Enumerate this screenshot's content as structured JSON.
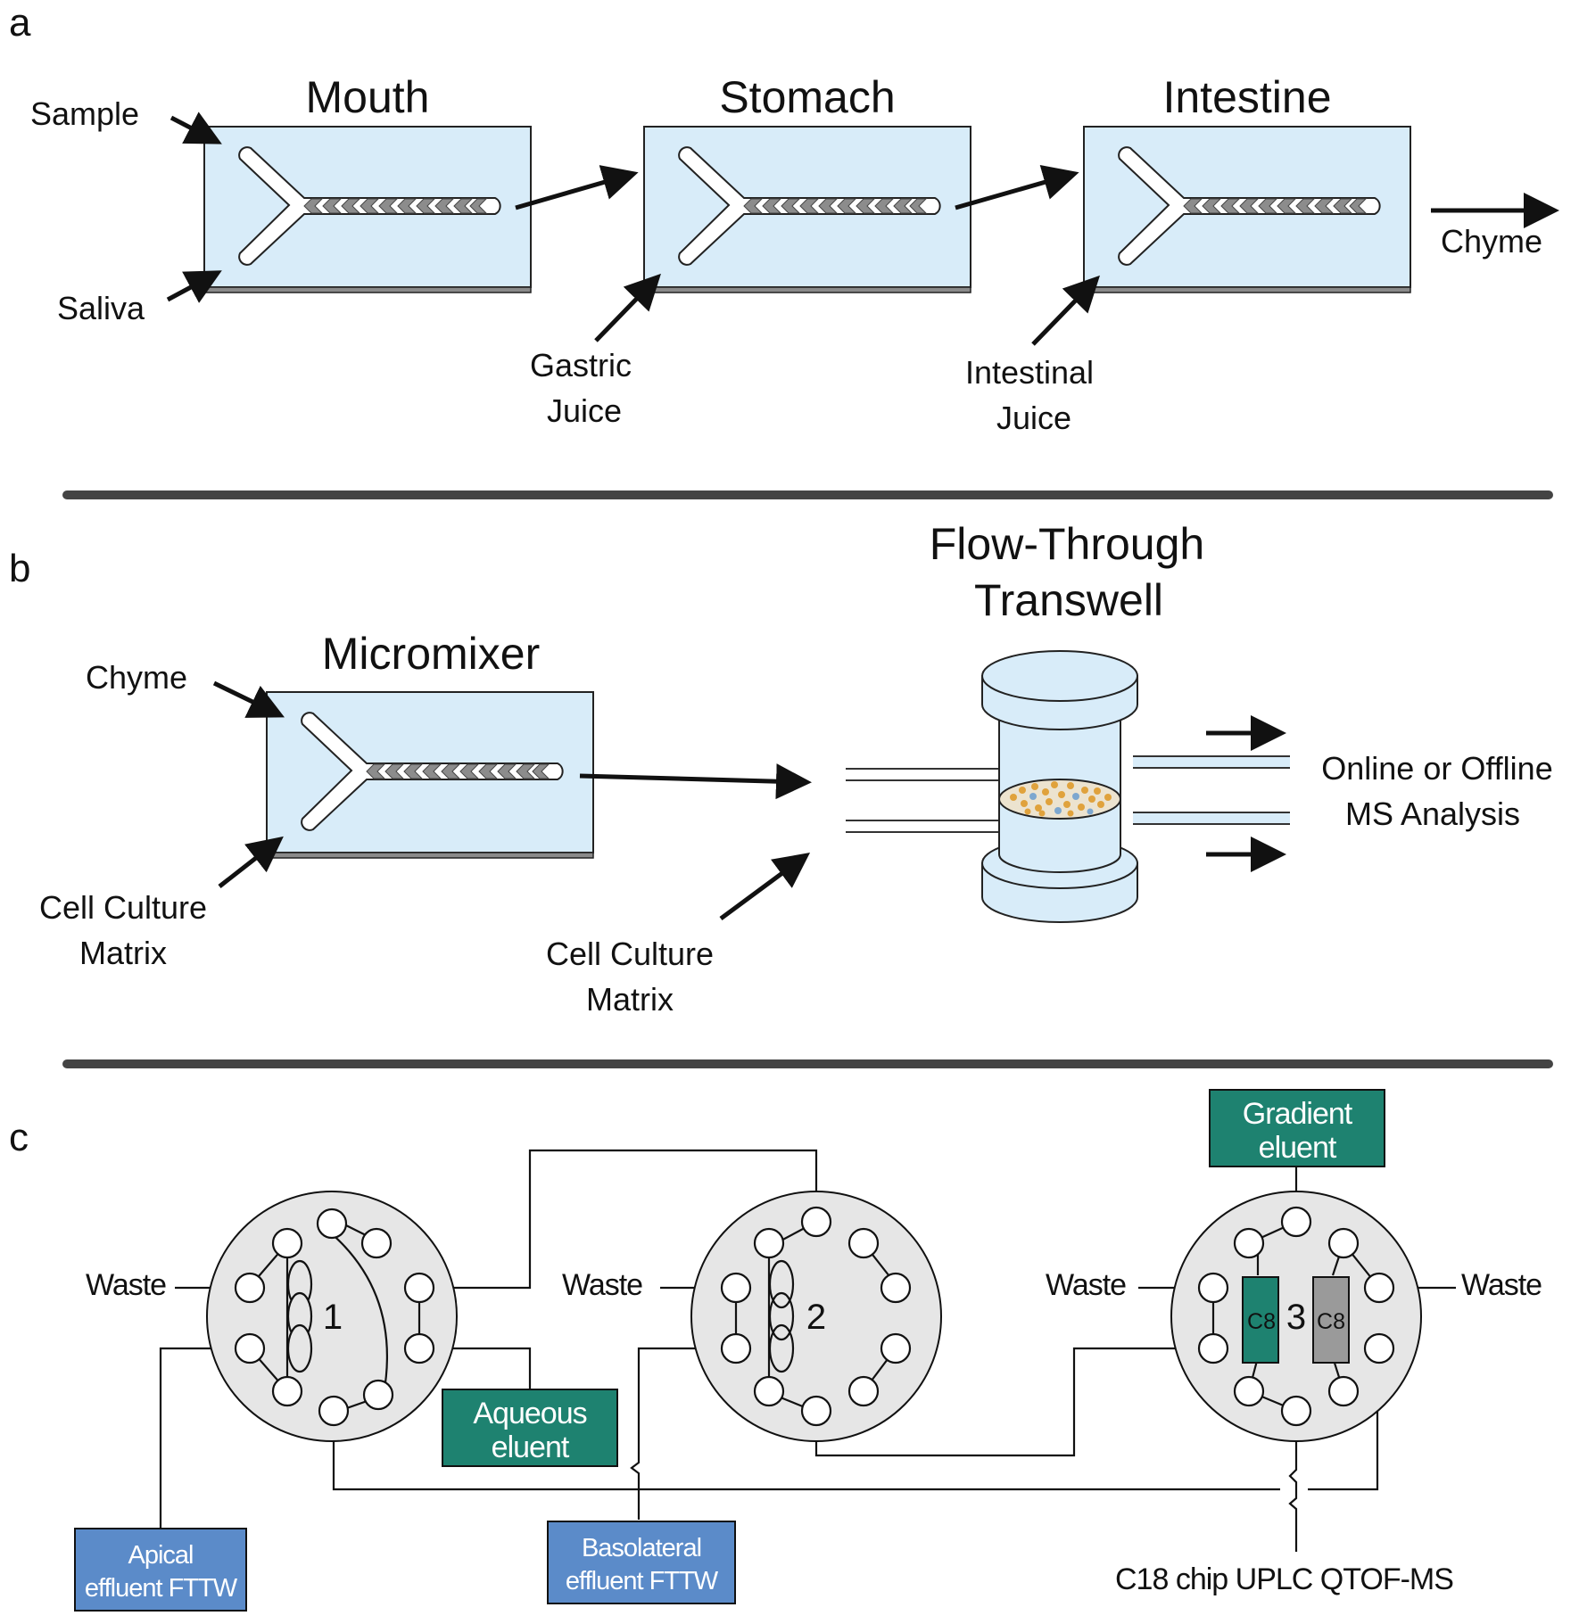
{
  "panel_a": {
    "letter": "a",
    "chips": [
      "Mouth",
      "Stomach",
      "Intestine"
    ],
    "inputs": {
      "sample": "Sample",
      "saliva": "Saliva",
      "gastric_1": "Gastric",
      "gastric_2": "Juice",
      "intestinal_1": "Intestinal",
      "intestinal_2": "Juice"
    },
    "output": "Chyme"
  },
  "panel_b": {
    "letter": "b",
    "micromixer_title": "Micromixer",
    "transwell_title_1": "Flow-Through",
    "transwell_title_2": "Transwell",
    "chyme": "Chyme",
    "matrix_left_1": "Cell Culture",
    "matrix_left_2": "Matrix",
    "matrix_right_1": "Cell Culture",
    "matrix_right_2": "Matrix",
    "ms_1": "Online or Offline",
    "ms_2": "MS Analysis"
  },
  "panel_c": {
    "letter": "c",
    "valves": [
      "1",
      "2",
      "3"
    ],
    "waste": "Waste",
    "gradient_1": "Gradient",
    "gradient_2": "eluent",
    "aqueous_1": "Aqueous",
    "aqueous_2": "eluent",
    "apical_1": "Apical",
    "apical_2": "effluent FTTW",
    "basolateral_1": "Basolateral",
    "basolateral_2": "effluent FTTW",
    "column": "C8",
    "ms": "C18 chip UPLC QTOF-MS"
  },
  "colors": {
    "chip_fill": "#d8ecf9",
    "green_box": "#1e8270",
    "blue_box": "#5b8bc9",
    "grey_column": "#9a9a9a",
    "valve_fill": "#e6e6e6"
  }
}
